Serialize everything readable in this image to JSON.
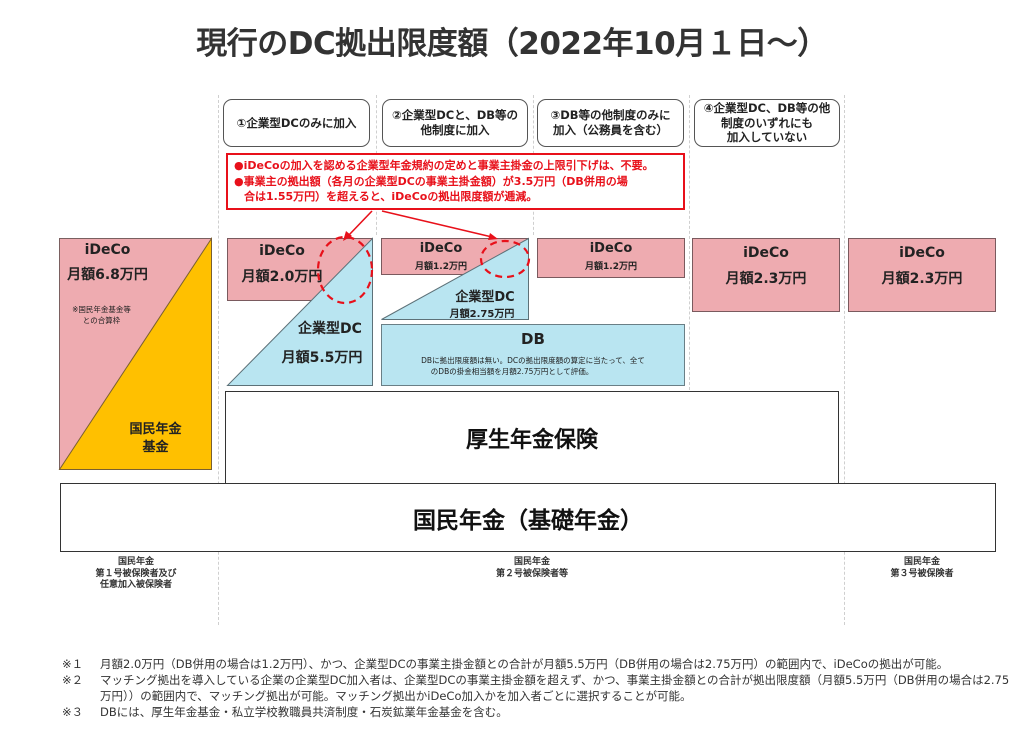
{
  "title": "現行のDC拠出限度額（2022年10月１日～）",
  "categories": [
    {
      "label": "①企業型DCのみに加入"
    },
    {
      "label": "②企業型DCと、DB等の他制度に加入"
    },
    {
      "label": "③DB等の他制度のみに加入（公務員を含む）"
    },
    {
      "label": "④企業型DC、DB等の他制度のいずれにも加入していない"
    }
  ],
  "categories_lines": {
    "c1": [
      "①企業型DCのみに加入"
    ],
    "c2": [
      "②企業型DCと、DB等の",
      "他制度に加入"
    ],
    "c3": [
      "③DB等の他制度のみに",
      "加入（公務員を含む）"
    ],
    "c4": [
      "④企業型DC、DB等の他",
      "制度のいずれにも",
      "加入していない"
    ]
  },
  "notice": {
    "bullets": [
      "iDeCoの加入を認める企業型年金規約の定めと事業主掛金の上限引下げは、不要。",
      "事業主の拠出額（各月の企業型DCの事業主掛金額）が3.5万円（DB併用の場合は1.55万円）を超えると、iDeCoの拠出限度額が逓減。"
    ],
    "line1": "●iDeCoの加入を認める企業型年金規約の定めと事業主掛金の上限引下げは、不要。",
    "line2": "●事業主の拠出額（各月の企業型DCの事業主掛金額）が3.5万円（DB併用の場",
    "line3": "合は1.55万円）を超えると、iDeCoの拠出限度額が逓減。",
    "color": "#e8101a"
  },
  "columns": {
    "first": {
      "ideco_title": "iDeCo",
      "ideco_amount": "月額6.8万円",
      "ideco_note_1": "※国民年金基金等",
      "ideco_note_2": "との合算枠",
      "fund_line_1": "国民年金",
      "fund_line_2": "基金"
    },
    "c1": {
      "ideco_title": "iDeCo",
      "ideco_amount": "月額2.0万円",
      "dc_title": "企業型DC",
      "dc_amount": "月額5.5万円"
    },
    "c2": {
      "ideco_title": "iDeCo",
      "ideco_amount": "月額1.2万円",
      "dc_title": "企業型DC",
      "dc_amount": "月額2.75万円"
    },
    "c3": {
      "ideco_title": "iDeCo",
      "ideco_amount": "月額1.2万円"
    },
    "db": {
      "title": "DB",
      "desc_1": "DBに拠出限度額は無い。DCの拠出限度額の算定に当たって、全て",
      "desc_2": "のDBの掛金相当額を月額2.75万円として評価。"
    },
    "c4": {
      "ideco_title": "iDeCo",
      "ideco_amount": "月額2.3万円"
    },
    "third": {
      "ideco_title": "iDeCo",
      "ideco_amount": "月額2.3万円"
    }
  },
  "layers": {
    "kosei": "厚生年金保険",
    "kokumin": "国民年金（基礎年金）"
  },
  "insured": {
    "first": [
      "国民年金",
      "第１号被保険者及び",
      "任意加入被保険者"
    ],
    "second": [
      "国民年金",
      "第２号被保険者等"
    ],
    "third": [
      "国民年金",
      "第３号被保険者"
    ]
  },
  "footnotes": [
    {
      "mark": "※１",
      "text": "月額2.0万円（DB併用の場合は1.2万円）、かつ、企業型DCの事業主掛金額との合計が月額5.5万円（DB併用の場合は2.75万円）の範囲内で、iDeCoの拠出が可能。"
    },
    {
      "mark": "※２",
      "text": "マッチング拠出を導入している企業の企業型DC加入者は、企業型DCの事業主掛金額を超えず、かつ、事業主掛金額との合計が拠出限度額（月額5.5万円（DB併用の場合は2.75万円））の範囲内で、マッチング拠出が可能。マッチング拠出かiDeCo加入かを加入者ごとに選択することが可能。"
    },
    {
      "mark": "※３",
      "text": "DBには、厚生年金基金・私立学校教職員共済制度・石炭鉱業年金基金を含む。"
    }
  ],
  "colors": {
    "ideco_pink": "#eeabb0",
    "dc_blue": "#b9e5f1",
    "fund_yellow": "#ffc000",
    "highlight_red": "#e8101a"
  }
}
